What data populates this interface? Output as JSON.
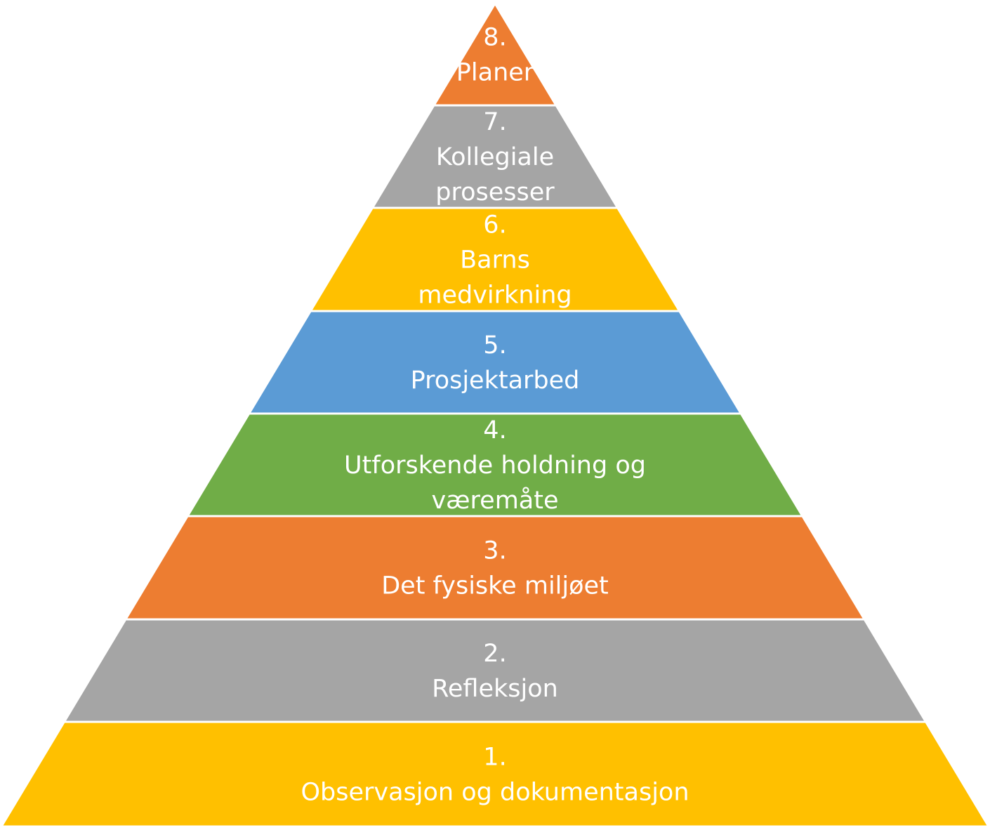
{
  "levels": [
    {
      "lines": [
        "8.",
        "Planer"
      ],
      "color": "#ED7D31"
    },
    {
      "lines": [
        "7.",
        "Kollegiale",
        "prosesser"
      ],
      "color": "#A5A5A5"
    },
    {
      "lines": [
        "6.",
        "Barns",
        "medvirkning"
      ],
      "color": "#FFC000"
    },
    {
      "lines": [
        "5.",
        "Prosjektarbed"
      ],
      "color": "#5B9BD5"
    },
    {
      "lines": [
        "4.",
        "Utforskende holdning og",
        "væremåte"
      ],
      "color": "#70AD47"
    },
    {
      "lines": [
        "3.",
        "Det fysiske miljøet"
      ],
      "color": "#ED7D31"
    },
    {
      "lines": [
        "2.",
        "Refleksjon"
      ],
      "color": "#A5A5A5"
    },
    {
      "lines": [
        "1.",
        "Observasjon og dokumentasjon"
      ],
      "color": "#FFC000"
    }
  ]
}
